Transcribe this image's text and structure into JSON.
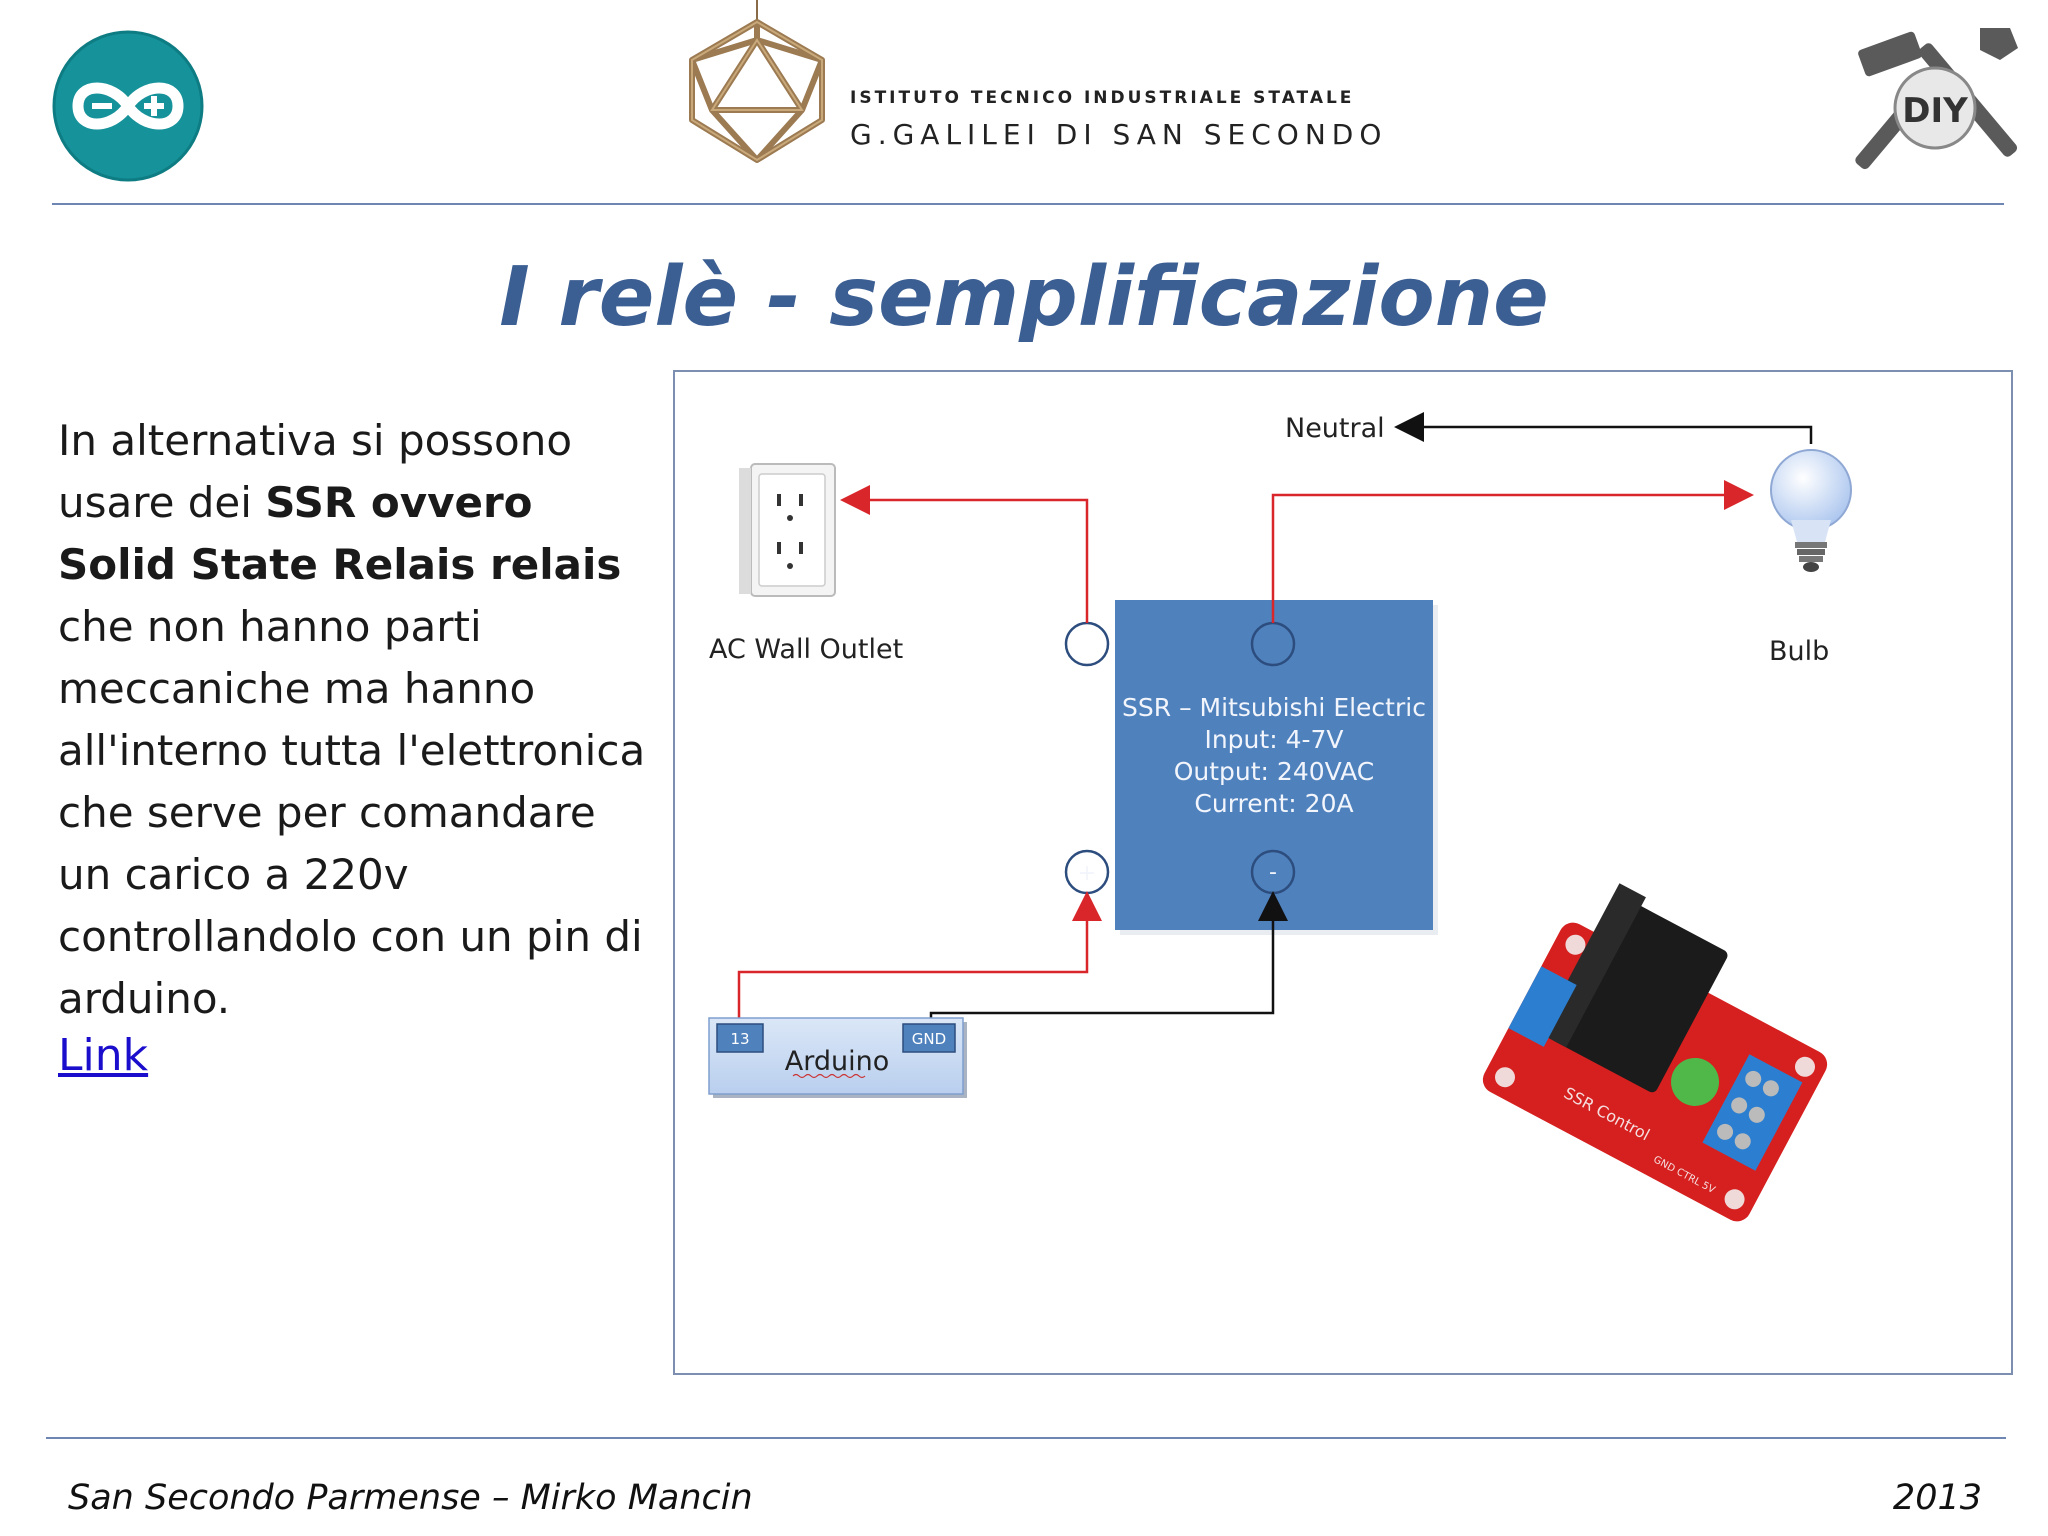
{
  "header": {
    "school_line1": "Istituto Tecnico Industriale Statale",
    "school_line2": "G.GALILEI DI SAN SECONDO",
    "diy_logo_text": "DIY",
    "arduino_logo_icon": "arduino-infinity-logo",
    "school_logo_icon": "polyhedron-logo",
    "diy_logo_icon": "hammer-wrench-logo"
  },
  "slide": {
    "title": "I relè - semplificazione",
    "body_before": "In alternativa si possono usare dei ",
    "body_bold": "SSR ovvero Solid State Relais relais",
    "body_after": " che non hanno parti meccaniche ma hanno all'interno tutta l'elettronica che serve per comandare un carico a 220v controllandolo con un pin di arduino.",
    "link_label": "Link"
  },
  "diagram": {
    "neutral_label": "Neutral",
    "outlet_label": "AC Wall Outlet",
    "bulb_label": "Bulb",
    "ssr_lines": [
      "SSR – Mitsubishi Electric",
      "Input: 4-7V",
      "Output: 240VAC",
      "Current: 20A"
    ],
    "ssr_plus": "+",
    "ssr_minus": "-",
    "arduino_label": "Arduino",
    "pin_13": "13",
    "pin_gnd": "GND",
    "board_silk_1": "SSR Control",
    "board_silk_2": "GND CTRL 5V",
    "colors": {
      "ssr_box": "#4f81bd",
      "red_wire": "#d9262a",
      "black_wire": "#111111",
      "arduino_box": "#c6d9f1",
      "board": "#d5201f"
    }
  },
  "footer": {
    "left": "San Secondo Parmense – Mirko Mancin",
    "right": "2013"
  }
}
